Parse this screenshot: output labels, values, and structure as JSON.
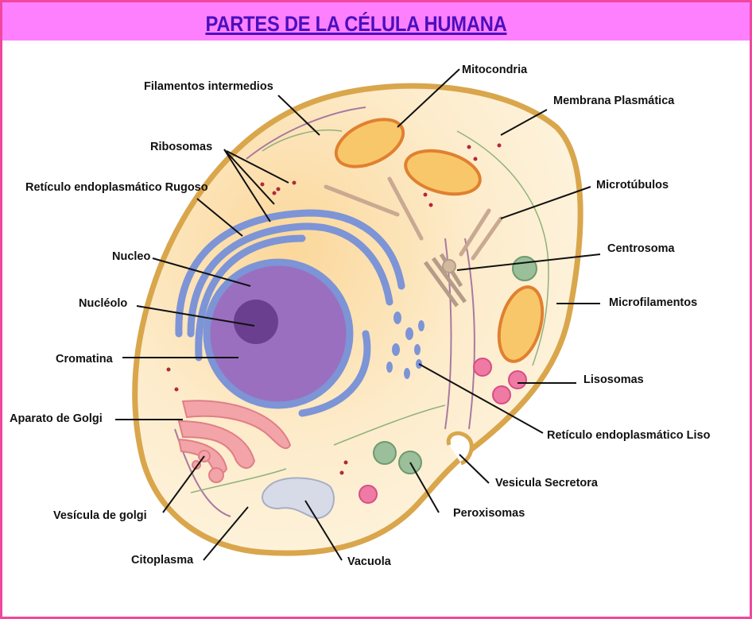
{
  "title": "PARTES DE LA CÉLULA HUMANA",
  "colors": {
    "border": "#f0479f",
    "title_bar": "#ff80ff",
    "title_text": "#4b0fbd",
    "membrane": "#d9a64c",
    "cytoplasm": "#fcecc8",
    "nucleus": "#9a6fbf",
    "nucleolus": "#6b3f8f",
    "endoplasmic_reticulum": "#7d94d6",
    "ribosome": "#b02a3a",
    "mitochondria": "#f39a3a",
    "golgi": "#f2a4a8",
    "lysosome": "#ef7aa3",
    "peroxisome": "#9abf9a",
    "vacuole": "#d7dbe8"
  },
  "labels": {
    "filamentos_intermedios": "Filamentos intermedios",
    "ribosomas": "Ribosomas",
    "reticulo_rugoso": "Retículo endoplasmático Rugoso",
    "nucleo": "Nucleo",
    "nucleolo": "Nucléolo",
    "cromatina": "Cromatina",
    "aparato_golgi": "Aparato de Golgi",
    "vesicula_golgi": "Vesícula de golgi",
    "citoplasma": "Citoplasma",
    "vacuola": "Vacuola",
    "peroxisomas": "Peroxisomas",
    "vesicula_secretora": "Vesicula Secretora",
    "reticulo_liso": "Retículo endoplasmático Liso",
    "lisosomas": "Lisosomas",
    "microfilamentos": "Microfilamentos",
    "centrosoma": "Centrosoma",
    "microtubulos": "Microtúbulos",
    "membrana_plasmatica": "Membrana Plasmática",
    "mitocondria": "Mitocondria"
  }
}
